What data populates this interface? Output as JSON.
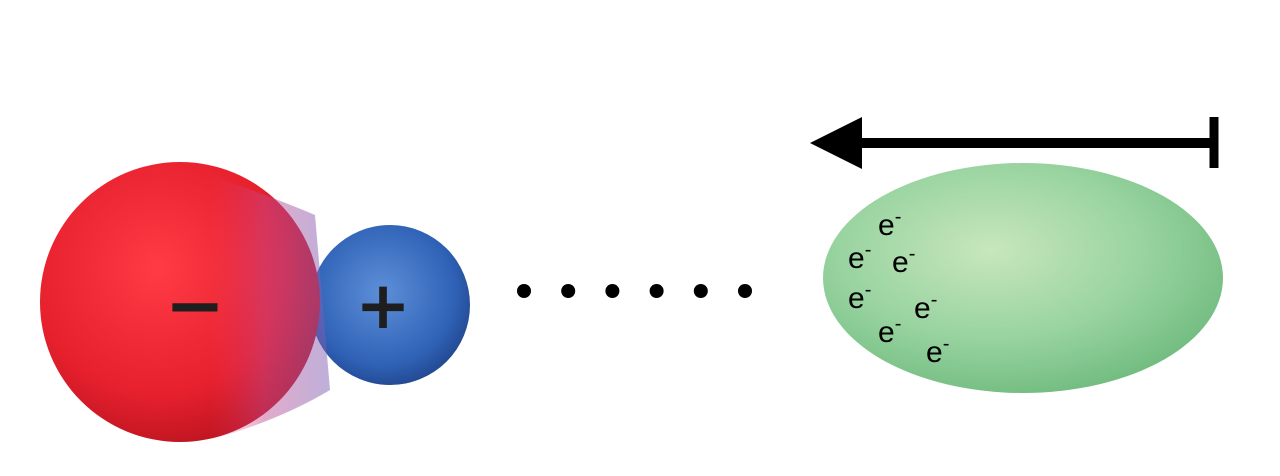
{
  "colors": {
    "negative_lobe": "#e8222e",
    "positive_lobe": "#2e62b8",
    "electron_cloud": "#7fc88a",
    "arrow": "#000000",
    "dots": "#000000"
  },
  "dipole": {
    "negative_label": "−",
    "positive_label": "+"
  },
  "interaction": {
    "dot_count": 6
  },
  "electron_cloud": {
    "electron_symbol": "e",
    "electron_superscript": "-",
    "electron_count": 7
  },
  "arrow": {
    "direction": "left"
  }
}
